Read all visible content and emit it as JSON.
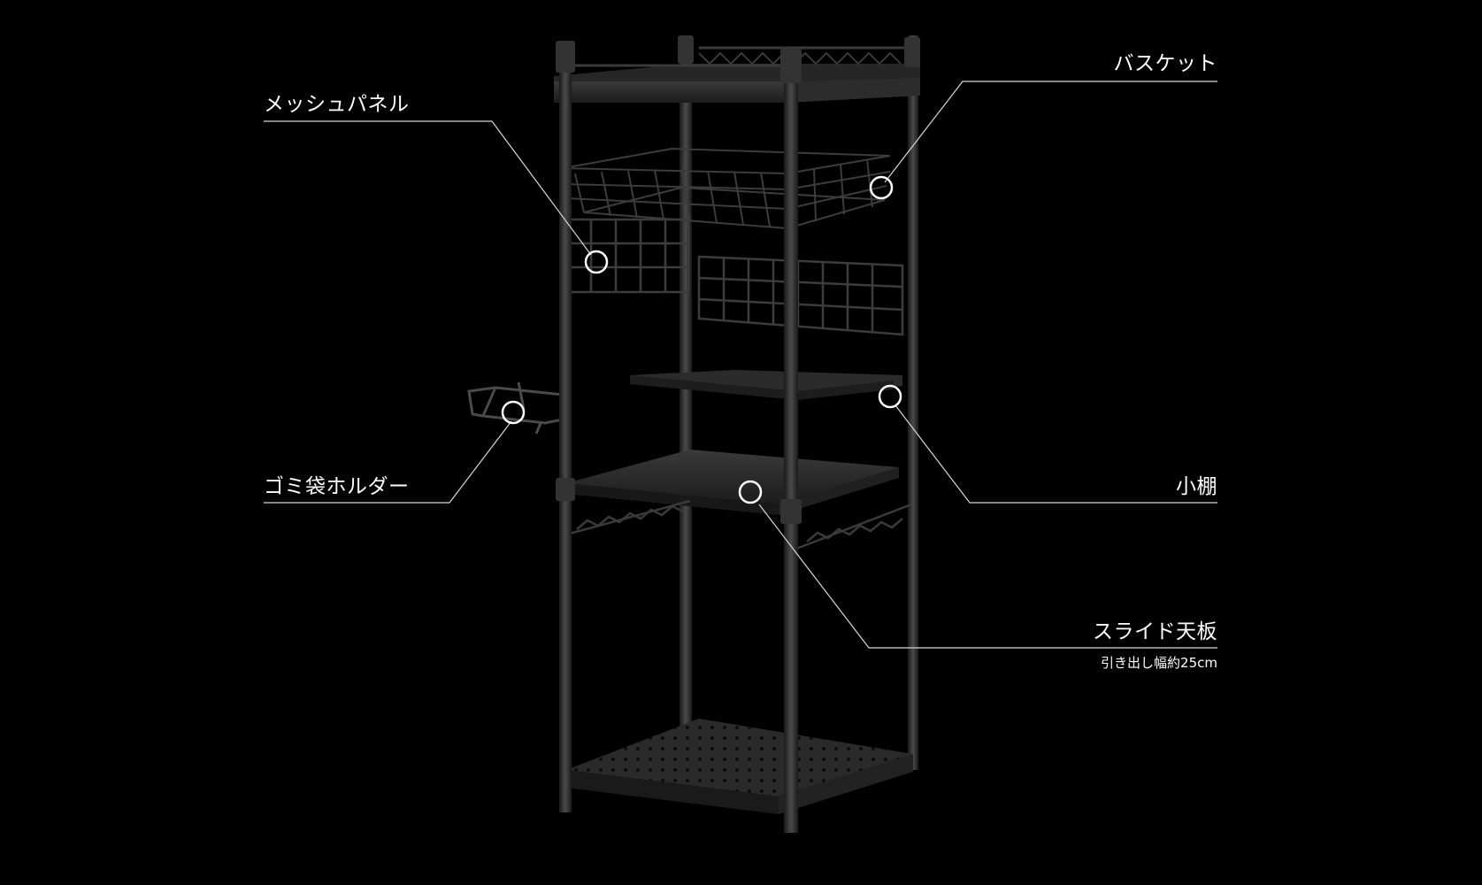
{
  "callouts": {
    "mesh_panel": {
      "label": "メッシュパネル"
    },
    "basket": {
      "label": "バスケット"
    },
    "trash_bag_holder": {
      "label": "ゴミ袋ホルダー"
    },
    "small_shelf": {
      "label": "小棚"
    },
    "slide_top": {
      "label": "スライド天板",
      "note": "引き出し幅約25cm"
    }
  },
  "colors": {
    "background": "#000000",
    "leader_line": "#d8d8d8",
    "marker": "#ffffff",
    "text": "#ffffff",
    "rack": "#2b2b2b"
  }
}
